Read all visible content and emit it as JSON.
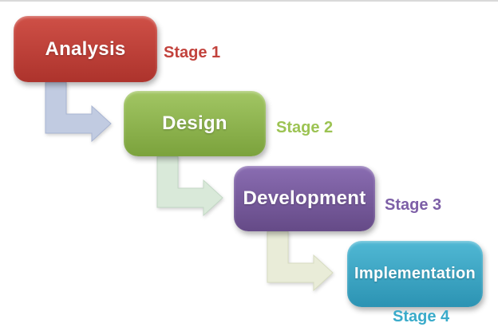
{
  "page": {
    "background": "#ffffff",
    "top_edge_color": "#d9d9d9"
  },
  "stages": [
    {
      "label": "Analysis",
      "stage": "Stage 1",
      "color_top": "#cf5047",
      "color_bottom": "#ad332c",
      "stage_color": "#c2423c",
      "arrow_fill": "#c1cbe1"
    },
    {
      "label": "Design",
      "stage": "Stage 2",
      "color_top": "#a2c664",
      "color_bottom": "#7ba23c",
      "stage_color": "#9cc353",
      "arrow_fill": "#d9e9d9"
    },
    {
      "label": "Development",
      "stage": "Stage 3",
      "color_top": "#8a6db2",
      "color_bottom": "#654a87",
      "stage_color": "#7d5fa7",
      "arrow_fill": "#e9ecd8"
    },
    {
      "label": "Implementation",
      "stage": "Stage 4",
      "color_top": "#50b8d4",
      "color_bottom": "#2c93b3",
      "stage_color": "#3aabca",
      "arrow_fill": null
    }
  ]
}
